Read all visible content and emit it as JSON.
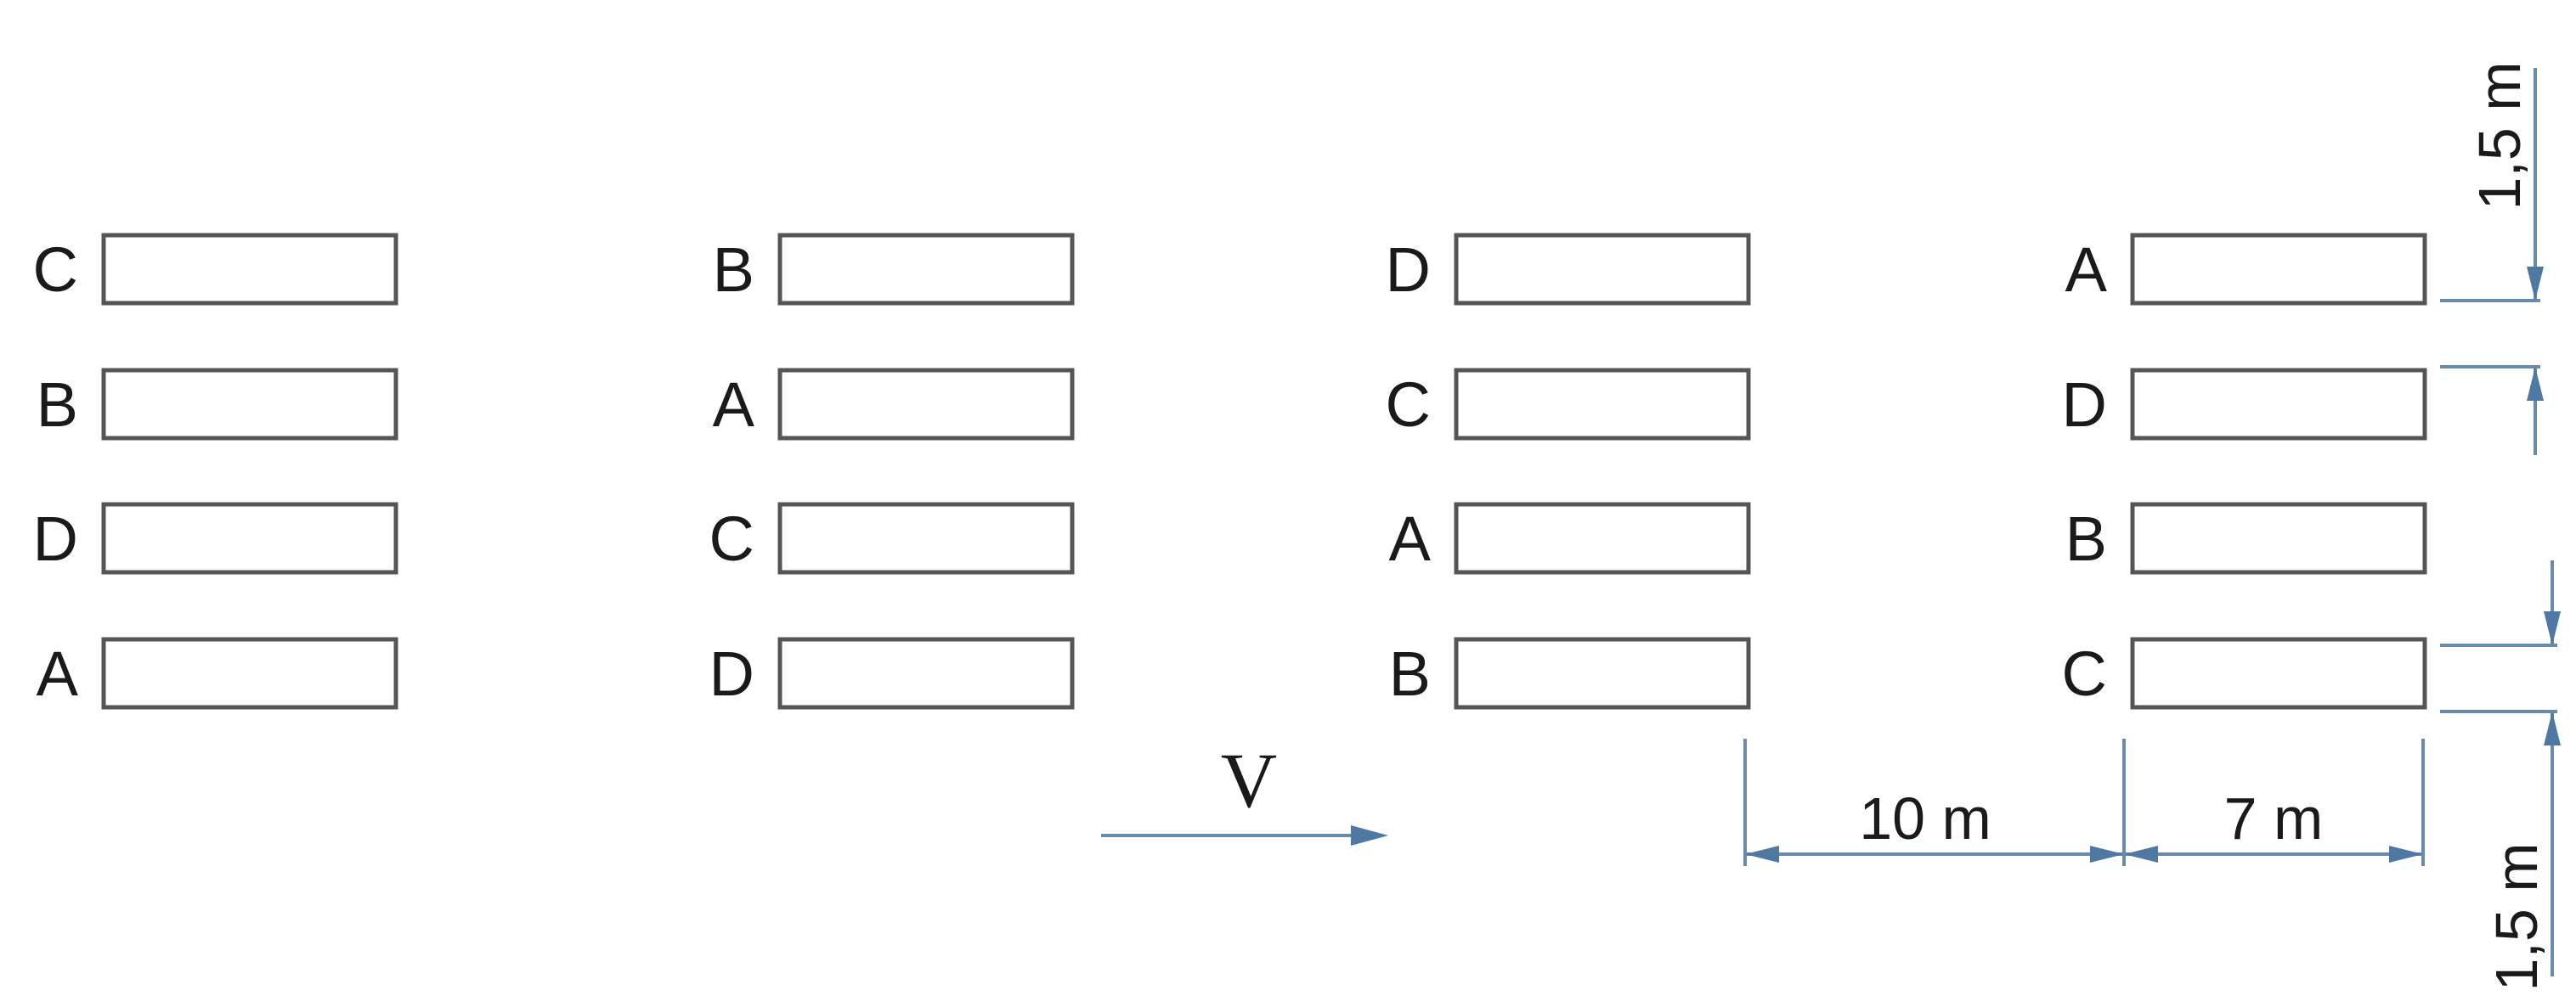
{
  "layout_grid": {
    "blocks": [
      {
        "rows": [
          "C",
          "B",
          "D",
          "A"
        ]
      },
      {
        "rows": [
          "B",
          "A",
          "C",
          "D"
        ]
      },
      {
        "rows": [
          "D",
          "C",
          "A",
          "B"
        ]
      },
      {
        "rows": [
          "A",
          "D",
          "B",
          "C"
        ]
      }
    ]
  },
  "dimensions": {
    "spacing_between_blocks": "10 m",
    "plot_length": "7 m",
    "row_gap_top": "1,5 m",
    "row_gap_bottom": "1,5 m"
  },
  "wind": {
    "label": "V"
  },
  "colors": {
    "plot_stroke": "#555555",
    "dimension_line": "#6a8aaa",
    "arrow": "#4f78a3"
  }
}
